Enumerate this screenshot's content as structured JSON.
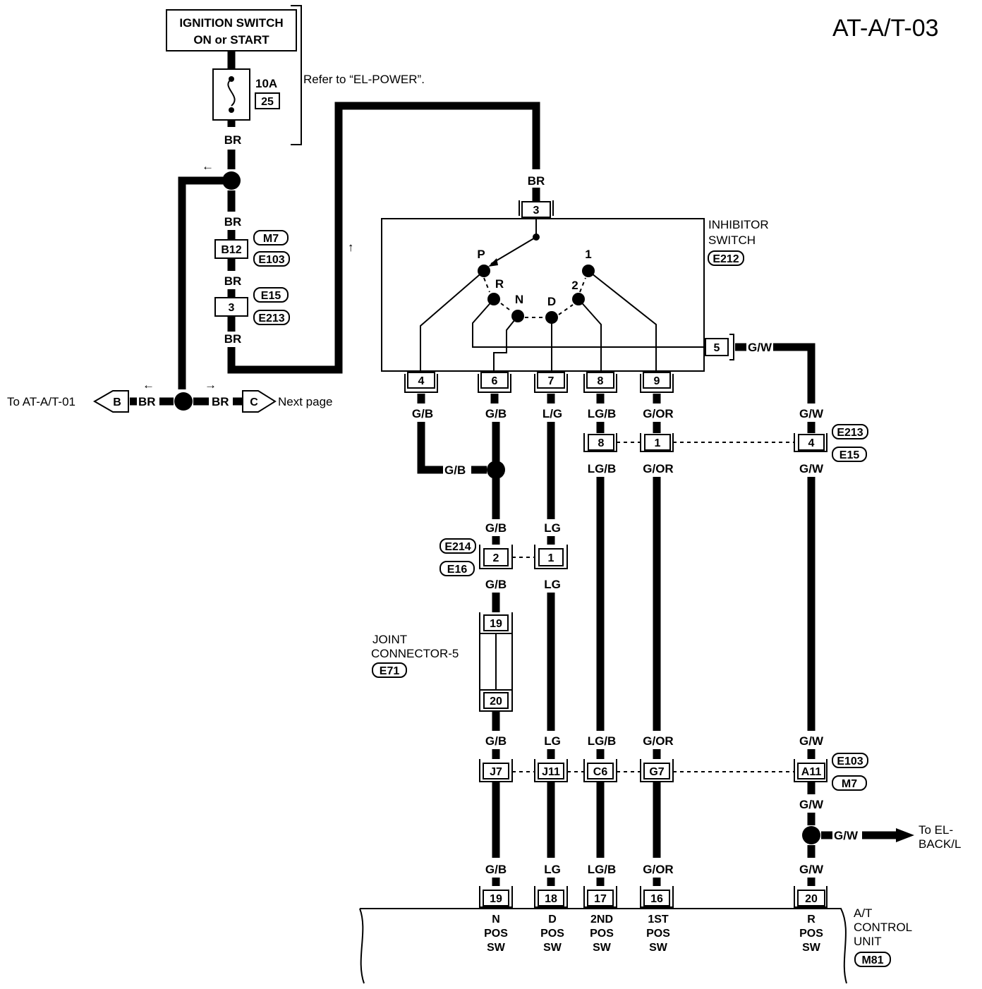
{
  "title": "AT-A/T-03",
  "ignition": {
    "line1": "IGNITION SWITCH",
    "line2": "ON or START"
  },
  "fuse": {
    "rating": "10A",
    "number": "25",
    "note": "Refer to “EL-POWER”."
  },
  "wire": {
    "br": "BR",
    "gb": "G/B",
    "lg_slash": "L/G",
    "lg": "LG",
    "lgb": "LG/B",
    "gor": "G/OR",
    "gw": "G/W"
  },
  "connectors": {
    "m7": "M7",
    "e103": "E103",
    "b12": "B12",
    "e15": "E15",
    "e213": "E213",
    "pin3": "3",
    "e212": "E212",
    "e214": "E214",
    "e16": "E16",
    "e71": "E71",
    "m81": "M81"
  },
  "links": {
    "left_text": "To AT-A/T-01",
    "left_letter": "B",
    "right_letter": "C",
    "right_text": "Next page",
    "backl_line1": "To EL-",
    "backl_line2": "BACK/L"
  },
  "inhibitor": {
    "line1": "INHIBITOR",
    "line2": "SWITCH",
    "positions": {
      "p": "P",
      "r": "R",
      "n": "N",
      "d": "D",
      "two": "2",
      "one": "1"
    },
    "pins": {
      "p3": "3",
      "p4": "4",
      "p5": "5",
      "p6": "6",
      "p7": "7",
      "p8": "8",
      "p9": "9"
    }
  },
  "mid_conn": {
    "p8": "8",
    "p1": "1",
    "p4": "4"
  },
  "conn2": {
    "p2": "2",
    "p1": "1"
  },
  "joint": {
    "line1": "JOINT",
    "line2": "CONNECTOR-5",
    "p19": "19",
    "p20": "20"
  },
  "row": {
    "j7": "J7",
    "j11": "J11",
    "c6": "C6",
    "g7": "G7",
    "a11": "A11"
  },
  "tcu": {
    "line1": "A/T",
    "line2": "CONTROL",
    "line3": "UNIT",
    "pins": {
      "p19": "19",
      "p18": "18",
      "p17": "17",
      "p16": "16",
      "p20": "20"
    },
    "n": {
      "a": "N",
      "b": "POS",
      "c": "SW"
    },
    "d": {
      "a": "D",
      "b": "POS",
      "c": "SW"
    },
    "s2": {
      "a": "2ND",
      "b": "POS",
      "c": "SW"
    },
    "s1": {
      "a": "1ST",
      "b": "POS",
      "c": "SW"
    },
    "r": {
      "a": "R",
      "b": "POS",
      "c": "SW"
    }
  }
}
